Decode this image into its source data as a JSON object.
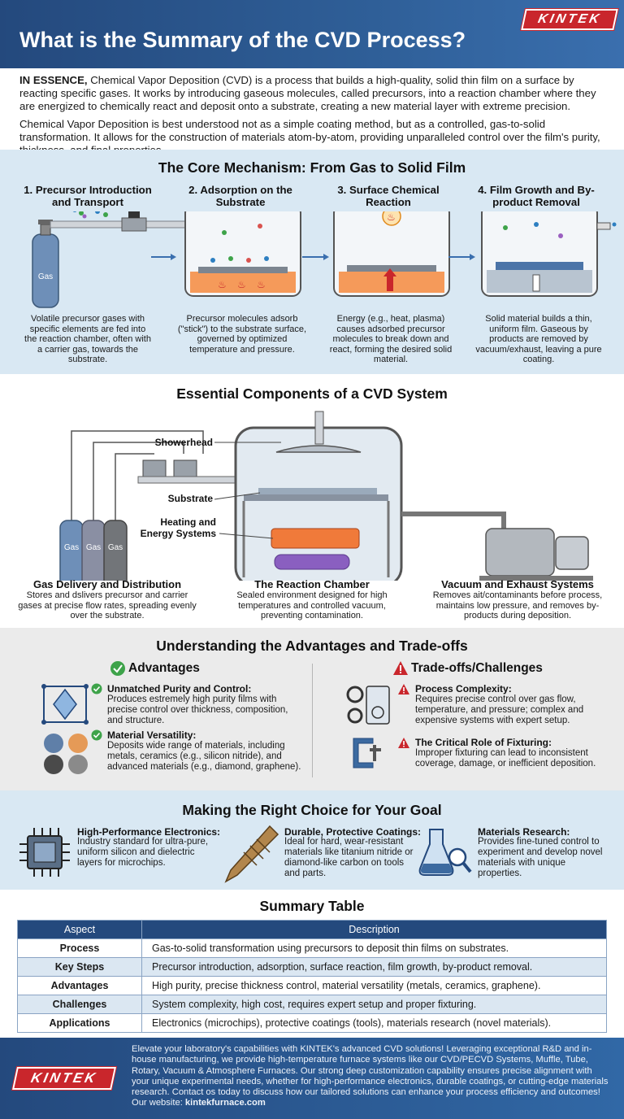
{
  "brand": "KINTEK",
  "header": {
    "title": "What is the Summary of the CVD Process?"
  },
  "intro": {
    "lead": "IN ESSENCE,",
    "p1": " Chemical Vapor Deposition (CVD) is a process that builds a high-quality, solid thin film on a surface by reacting specific gases. It works by introducing gaseous molecules, called precursors, into a reaction chamber where they are energized to chemically react and deposit onto a substrate, creating a new material layer with extreme precision.",
    "p2": "Chemical Vapor Deposition is best understood not as a simple coating method, but as a controlled, gas-to-solid transformation. It allows for the construction of materials atom-by-atom, providing unparalleled control over the film's purity, thickness, and final properties."
  },
  "mechanism": {
    "title": "The Core Mechanism: From Gas to Solid Film",
    "gas_label": "Gas",
    "steps": [
      {
        "title": "1. Precursor Introduction and Transport",
        "desc": "Volatile precursor gases with specific elements are fed into the reaction chamber, often with a carrier gas, towards the substrate."
      },
      {
        "title": "2. Adsorption on the Substrate",
        "desc": "Precursor molecules adsorb (\"stick\") to the substrate surface, governed by optimized temperature and pressure."
      },
      {
        "title": "3. Surface Chemical Reaction",
        "desc": "Energy (e.g., heat, plasma) causes adsorbed precursor molecules to break down and react, forming the desired solid material."
      },
      {
        "title": "4. Film Growth and By-product Removal",
        "desc": "Solid material builds a thin, uniform film. Gaseous by products are removed by vacuum/exhaust, leaving a pure coating."
      }
    ]
  },
  "components": {
    "title": "Essential Components of a CVD System",
    "gas_label": "Gas",
    "labels": {
      "showerhead": "Showerhead",
      "substrate": "Substrate",
      "heating": "Heating and Energy Systems"
    },
    "items": [
      {
        "title": "Gas Delivery and Distribution",
        "desc": "Stores and dslivers precursor and carrier gases at precise flow rates, spreading evenly over the substrate."
      },
      {
        "title": "The Reaction Chamber",
        "desc": "Sealed environment designed for high temperatures and controlled vacuum, preventing contamination."
      },
      {
        "title": "Vacuum and Exhaust Systems",
        "desc": "Removes ait/contaminants before process, maintains low pressure, and removes by-products during deposition."
      }
    ]
  },
  "tradeoffs": {
    "title": "Understanding the Advantages and Trade-offs",
    "advantages_head": "Advantages",
    "challenges_head": "Trade-offs/Challenges",
    "advantages": [
      {
        "title": "Unmatched Purity and Control:",
        "desc": "Produces estremely high purity films with precise control over thickness, composition, and structure."
      },
      {
        "title": "Material Versatility:",
        "desc": "Deposits wide range of materials, including metals, ceramics (e.g., silicon nitride), and advanced materials (e.g., diamond, graphene)."
      }
    ],
    "challenges": [
      {
        "title": "Process Complexity:",
        "desc": "Requires precise control over gas flow, temperature, and pressure; complex and expensive systems with expert setup."
      },
      {
        "title": "The Critical Role of Fixturing:",
        "desc": "Improper fixturing can lead to inconsistent coverage, damage, or inefficient deposition."
      }
    ]
  },
  "goals": {
    "title": "Making the Right Choice for Your Goal",
    "items": [
      {
        "title": "High-Performance Electronics:",
        "desc": "Industry standard for ultra-pure, uniform silicon and dielectric layers for microchips."
      },
      {
        "title": "Durable, Protective Coatings:",
        "desc": "Ideal for hard, wear-resistant materials like titanium nitride or diamond-like carbon on tools and parts."
      },
      {
        "title": "Materials Research:",
        "desc": "Provides fine-tuned control to experiment and develop novel materials with unique properties."
      }
    ]
  },
  "summary": {
    "title": "Summary Table",
    "headers": [
      "Aspect",
      "Description"
    ],
    "rows": [
      [
        "Process",
        "Gas-to-solid transformation using precursors to deposit thin films on substrates."
      ],
      [
        "Key Steps",
        "Precursor introduction, adsorption, surface reaction, film growth, by-product removal."
      ],
      [
        "Advantages",
        "High purity, precise thickness control, material versatility (metals, ceramics, graphene)."
      ],
      [
        "Challenges",
        "System complexity, high cost, requires expert setup and proper fixturing."
      ],
      [
        "Applications",
        "Electronics (microchips), protective coatings (tools), materials research (novel materials)."
      ]
    ]
  },
  "footer": {
    "text": "Elevate your laboratory's capabilities with KINTEK's advanced CVD solutions! Leveraging exceptional R&D and in-house manufacturing, we provide high-temperature furnace systems like our CVD/PECVD Systems, Muffle, Tube, Rotary, Vacuum & Atmosphere Furnaces. Our strong deep customization capability ensures precise alignment with your unique experimental needs, whether for high-performance electronics, durable coatings, or cutting-edge materials research. Contact os today to discuss how our tailored solutions can enhance your process efficiency and outcomes!",
    "website_label": "Our website: ",
    "website": "kintekfurnace.com"
  },
  "colors": {
    "navy": "#24497d",
    "red": "#c9262c",
    "light_blue": "#d9e8f3",
    "green": "#3ea34a"
  }
}
